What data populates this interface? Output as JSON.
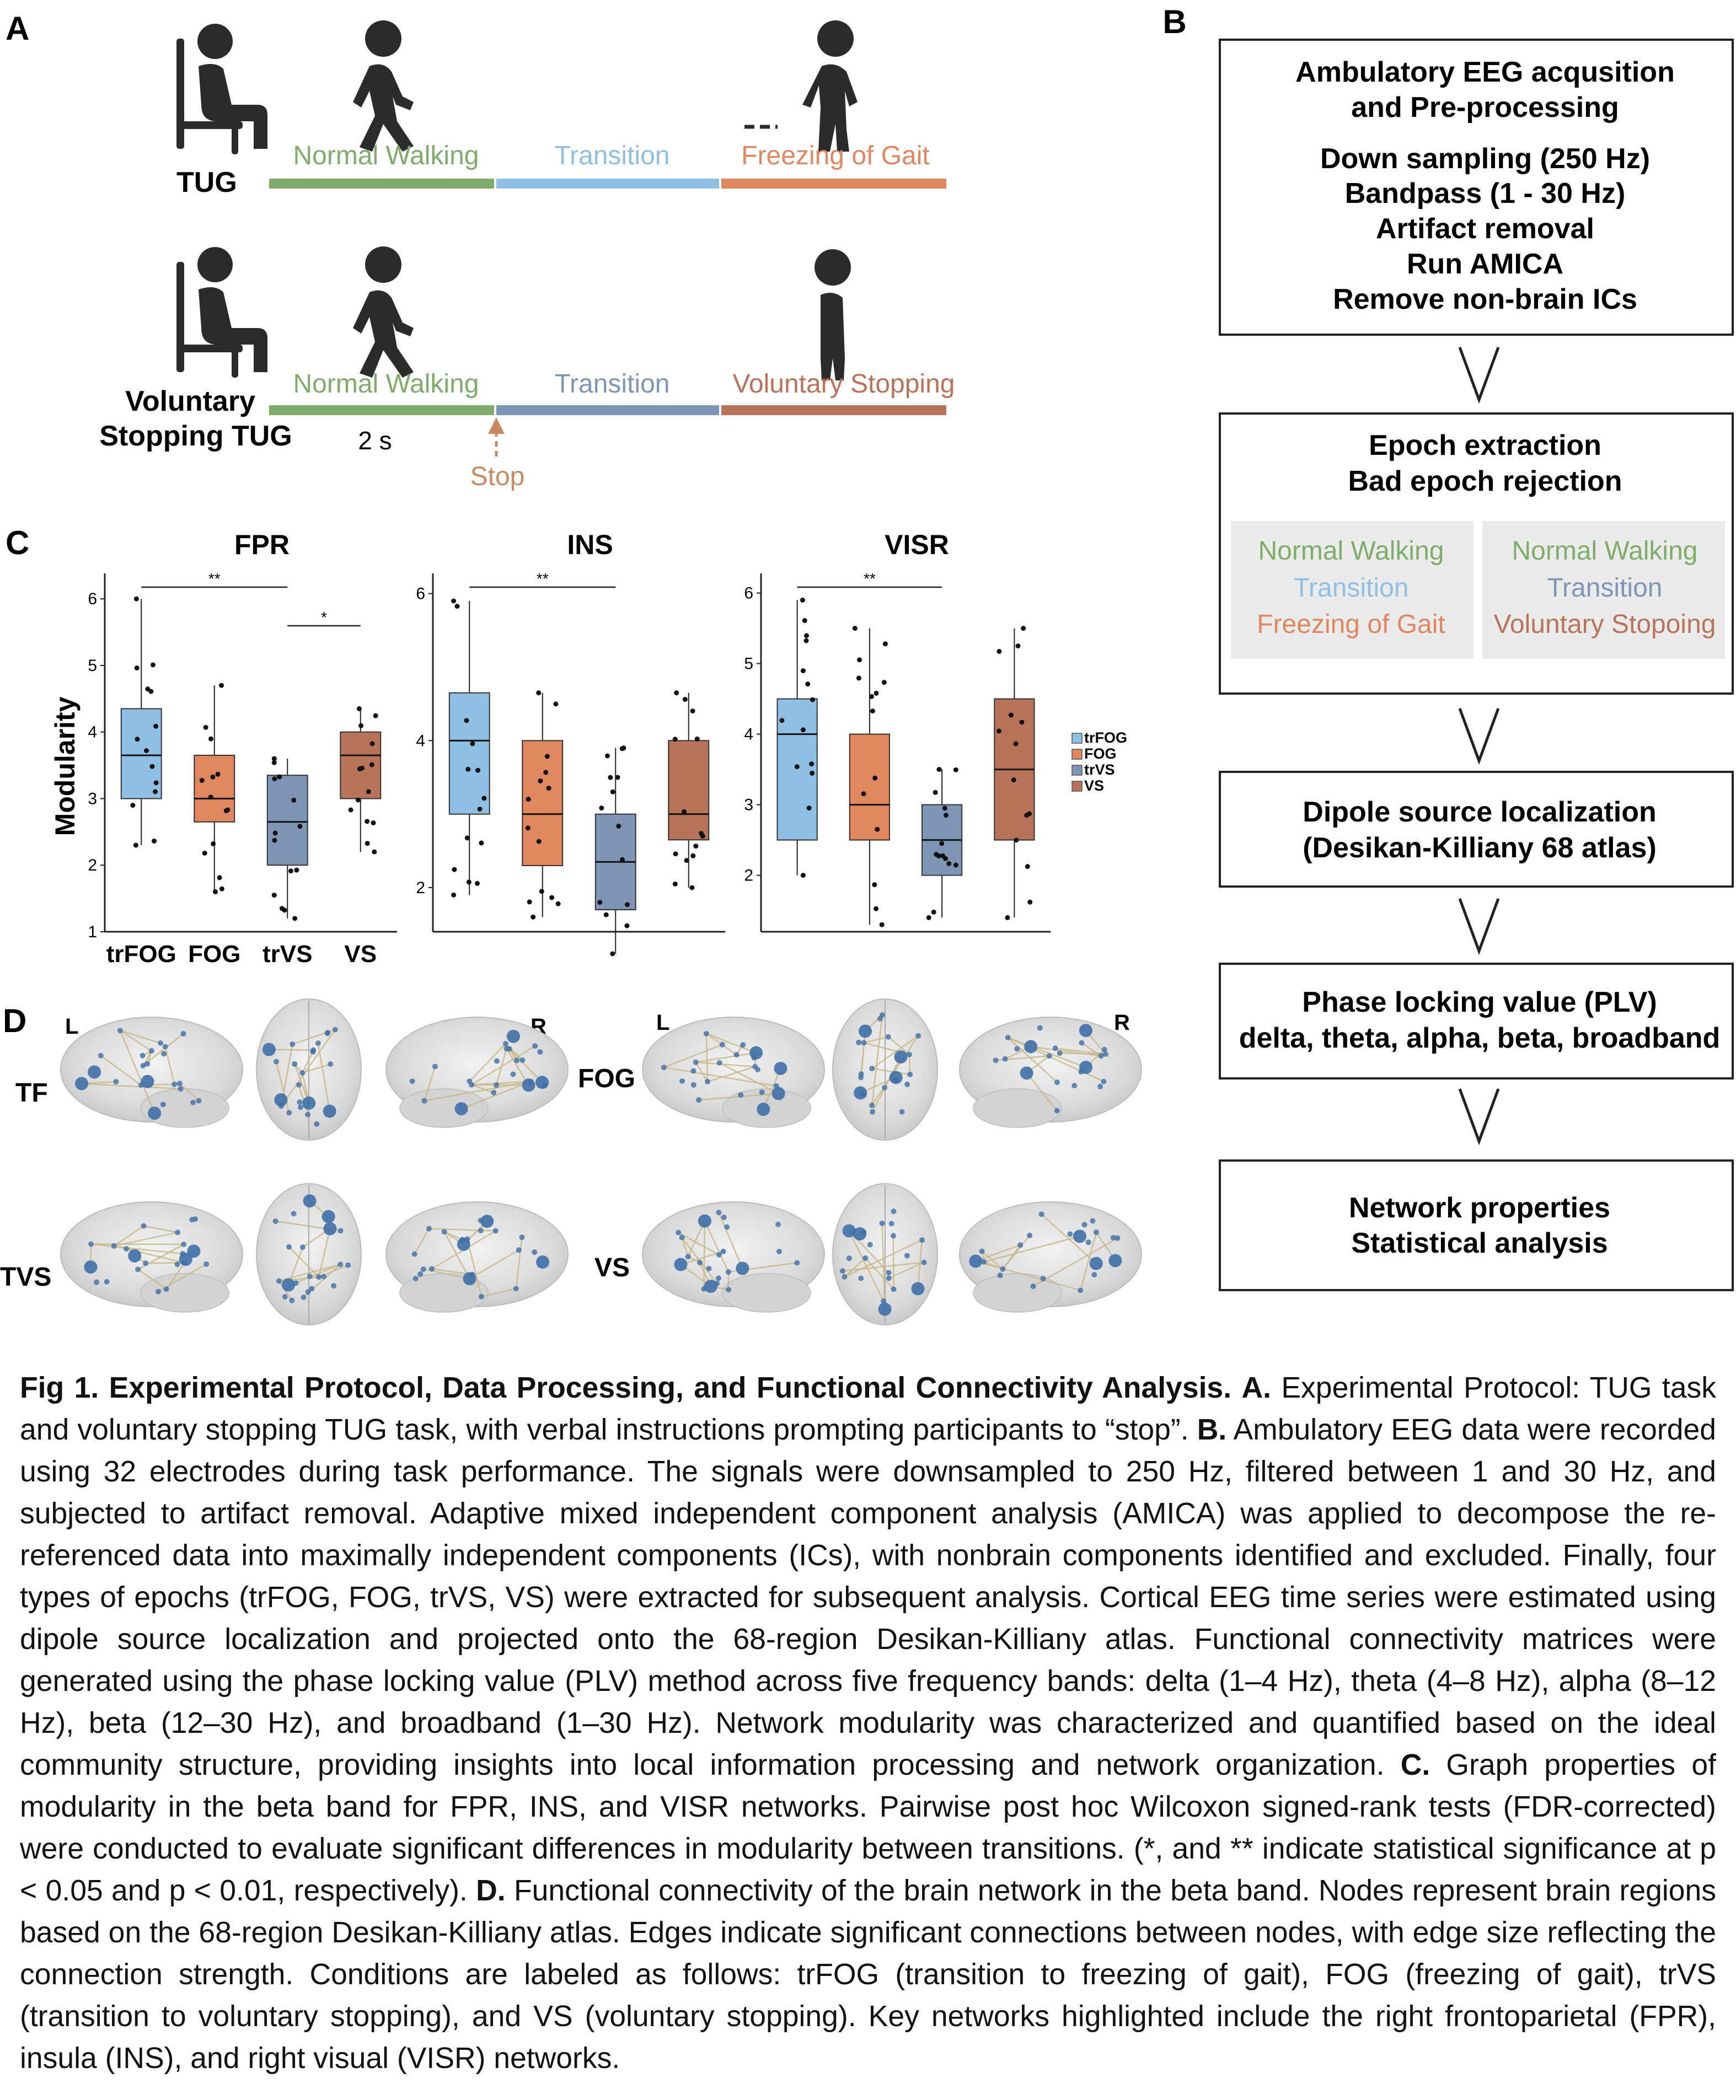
{
  "colors": {
    "walking": "#7fac6a",
    "transition": "#8fbfe3",
    "fog": "#e0875f",
    "transition_vs": "#7f95b5",
    "vs": "#b8735a",
    "stop": "#c98a61",
    "ink": "#1a1a1a",
    "brain_node": "#3f6fa8",
    "brain_edge": "#c8b98a"
  },
  "panelA": {
    "label": "A",
    "tug_label": "TUG",
    "vs_label_line1": "Voluntary",
    "vs_label_line2": "Stopping TUG",
    "tug_segments": [
      "Normal Walking",
      "Transition",
      "Freezing of Gait"
    ],
    "vs_segments": [
      "Normal Walking",
      "Transition",
      "Voluntary Stopping"
    ],
    "time_label": "2 s",
    "stop_label": "Stop"
  },
  "panelB": {
    "label": "B",
    "box1": [
      "Ambulatory EEG acqusition",
      "and Pre-processing",
      "Down sampling (250 Hz)",
      "Bandpass (1 - 30 Hz)",
      "Artifact removal",
      "Run AMICA",
      "Remove non-brain ICs"
    ],
    "box2": [
      "Epoch extraction",
      "Bad epoch rejection"
    ],
    "box2_left": [
      "Normal Walking",
      "Transition",
      "Freezing of Gait"
    ],
    "box2_right": [
      "Normal Walking",
      "Transition",
      "Voluntary Stopoing"
    ],
    "box3": [
      "Dipole source localization",
      "(Desikan-Killiany 68 atlas)"
    ],
    "box4": [
      "Phase locking value (PLV)",
      "delta, theta, alpha, beta, broadband"
    ],
    "box5": [
      "Network properties",
      "Statistical analysis"
    ]
  },
  "panelC": {
    "label": "C"
  },
  "chart_data": [
    {
      "type": "box",
      "title": "FPR",
      "ylabel": "Modularity",
      "ylim": [
        1,
        6.3
      ],
      "yticks": [
        1,
        2,
        3,
        4,
        5,
        6
      ],
      "categories": [
        "trFOG",
        "FOG",
        "trVS",
        "VS"
      ],
      "boxes": [
        {
          "min": 2.3,
          "q1": 3.0,
          "median": 3.65,
          "q3": 4.35,
          "max": 6.0
        },
        {
          "min": 1.6,
          "q1": 2.65,
          "median": 3.0,
          "q3": 3.65,
          "max": 4.7
        },
        {
          "min": 1.2,
          "q1": 2.0,
          "median": 2.65,
          "q3": 3.35,
          "max": 3.6
        },
        {
          "min": 2.2,
          "q1": 3.0,
          "median": 3.65,
          "q3": 4.0,
          "max": 4.35
        }
      ],
      "significance": [
        {
          "from": 0,
          "to": 2,
          "label": "**"
        },
        {
          "from": 2,
          "to": 3,
          "label": "*"
        }
      ],
      "legend": [
        "trFOG",
        "FOG",
        "trVS",
        "VS"
      ]
    },
    {
      "type": "box",
      "title": "INS",
      "ylim": [
        1.4,
        6.2
      ],
      "yticks": [
        2,
        4,
        6
      ],
      "categories": [
        "trFOG",
        "FOG",
        "trVS",
        "VS"
      ],
      "boxes": [
        {
          "min": 1.9,
          "q1": 3.0,
          "median": 4.0,
          "q3": 4.65,
          "max": 5.9
        },
        {
          "min": 1.6,
          "q1": 2.3,
          "median": 3.0,
          "q3": 4.0,
          "max": 4.65
        },
        {
          "min": 1.1,
          "q1": 1.7,
          "median": 2.35,
          "q3": 3.0,
          "max": 3.9
        },
        {
          "min": 2.0,
          "q1": 2.65,
          "median": 3.0,
          "q3": 4.0,
          "max": 4.65
        }
      ],
      "significance": [
        {
          "from": 0,
          "to": 2,
          "label": "**"
        }
      ]
    },
    {
      "type": "box",
      "title": "VISR",
      "ylim": [
        1.2,
        6.2
      ],
      "yticks": [
        2,
        3,
        4,
        5,
        6
      ],
      "categories": [
        "trFOG",
        "FOG",
        "trVS",
        "VS"
      ],
      "boxes": [
        {
          "min": 2.0,
          "q1": 2.5,
          "median": 4.0,
          "q3": 4.5,
          "max": 5.9
        },
        {
          "min": 1.3,
          "q1": 2.5,
          "median": 3.0,
          "q3": 4.0,
          "max": 5.5
        },
        {
          "min": 1.4,
          "q1": 2.0,
          "median": 2.5,
          "q3": 3.0,
          "max": 3.5
        },
        {
          "min": 1.4,
          "q1": 2.5,
          "median": 3.5,
          "q3": 4.5,
          "max": 5.5
        }
      ],
      "significance": [
        {
          "from": 0,
          "to": 2,
          "label": "**"
        }
      ]
    }
  ],
  "panelD": {
    "label": "D",
    "left_hemi": "L",
    "right_hemi": "R",
    "conditions": [
      "TF",
      "FOG",
      "TVS",
      "VS"
    ]
  },
  "caption": {
    "fig_label": "Fig 1. Experimental Protocol, Data Processing, and Functional Connectivity Analysis.",
    "a_label": "A.",
    "a_text": "Experimental Protocol: TUG task and voluntary stopping TUG task, with verbal instructions prompting participants to “stop”.",
    "b_label": "B.",
    "b_text": "Ambulatory EEG data were recorded using 32 electrodes during task performance. The signals were downsampled to 250 Hz, filtered between 1 and 30 Hz, and subjected to artifact removal. Adaptive mixed independent component analysis (AMICA) was applied to decompose the re-referenced data into maximally independent components (ICs), with nonbrain components identified and excluded. Finally, four types of epochs (trFOG, FOG, trVS, VS) were extracted for subsequent analysis. Cortical EEG time series were estimated using dipole source localization and projected onto the 68-region Desikan-Killiany atlas. Functional connectivity matrices were generated using the phase locking value (PLV) method across five frequency bands: delta (1–4 Hz), theta (4–8 Hz), alpha (8–12 Hz), beta (12–30 Hz), and broadband (1–30 Hz). Network modularity was characterized and quantified based on the ideal community structure, providing insights into local information processing and network organization.",
    "c_label": "C.",
    "c_text": "Graph properties of modularity in the beta band for FPR, INS, and VISR networks. Pairwise post hoc Wilcoxon signed-rank tests (FDR-corrected) were conducted to evaluate significant differences in modularity between transitions. (*, and ** indicate statistical significance at p < 0.05 and p < 0.01, respectively).",
    "d_label": "D.",
    "d_text": "Functional connectivity of the brain network in the beta band. Nodes represent brain regions based on the 68-region Desikan-Killiany atlas. Edges indicate significant connections between nodes, with edge size reflecting the connection strength. Conditions are labeled as follows: trFOG (transition to freezing of gait), FOG (freezing of gait), trVS (transition to voluntary stopping), and VS (voluntary stopping). Key networks highlighted include the right frontoparietal (FPR), insula (INS), and right visual (VISR) networks."
  }
}
